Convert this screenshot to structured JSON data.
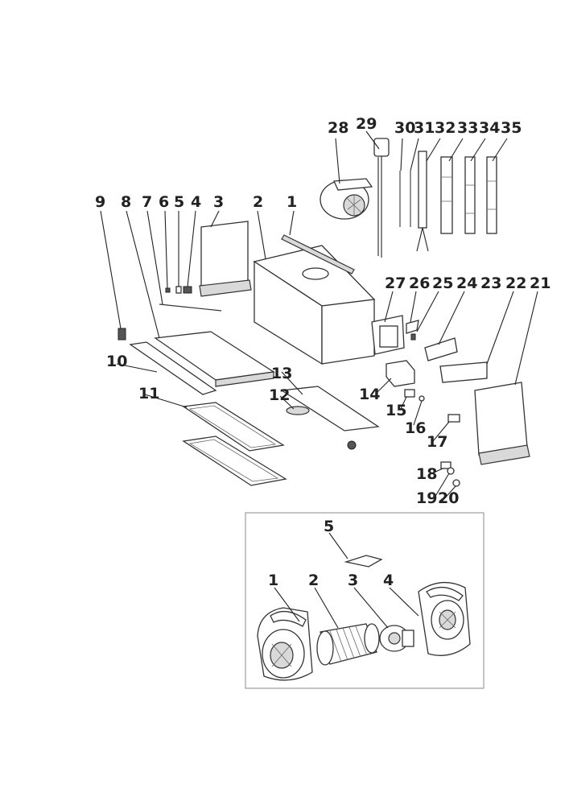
{
  "upper_labels": [
    "1",
    "2",
    "3",
    "4",
    "5",
    "6",
    "7",
    "8",
    "9",
    "10",
    "11",
    "12",
    "13",
    "14",
    "15",
    "16",
    "17",
    "18",
    "19",
    "20",
    "21",
    "22",
    "23",
    "24",
    "25",
    "26",
    "27",
    "28",
    "29",
    "30",
    "31",
    "32",
    "33",
    "34",
    "35"
  ],
  "inset_labels": [
    "1",
    "2",
    "3",
    "4",
    "5"
  ]
}
